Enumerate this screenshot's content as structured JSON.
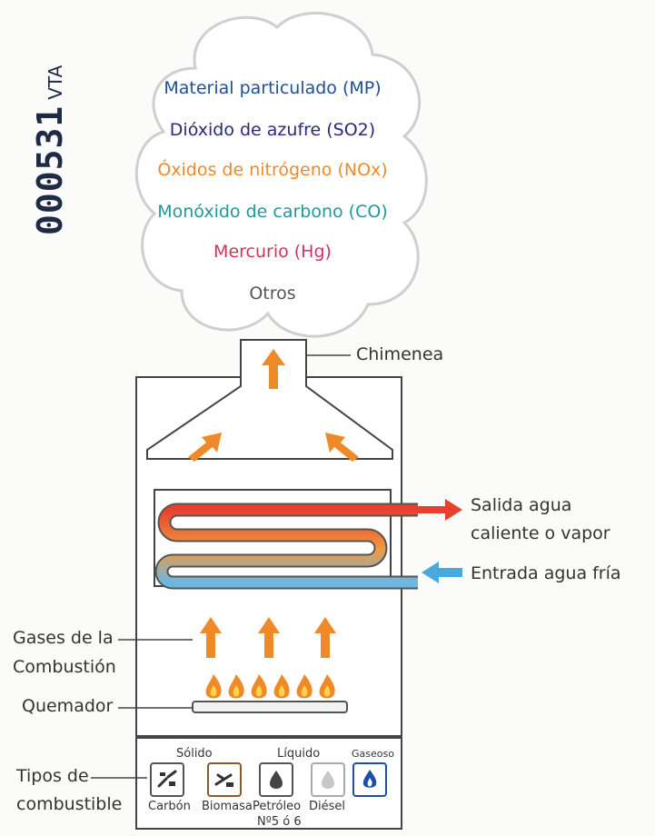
{
  "stamp": {
    "number": "000531",
    "suffix": "VTA"
  },
  "pollutants": [
    {
      "label": "Material particulado (MP)",
      "color": "#1f4e9c"
    },
    {
      "label": "Dióxido de azufre (SO2)",
      "color": "#2b2a7a"
    },
    {
      "label": "Óxidos de nitrógeno (NOx)",
      "color": "#ef8a28"
    },
    {
      "label": "Monóxido de carbono (CO)",
      "color": "#23979a"
    },
    {
      "label": "Mercurio (Hg)",
      "color": "#d2335c"
    },
    {
      "label": "Otros",
      "color": "#555555"
    }
  ],
  "labels": {
    "chimney": "Chimenea",
    "hot_water_line1": "Salida agua",
    "hot_water_line2": "caliente o vapor",
    "cold_water": "Entrada agua fría",
    "gases_line1": "Gases de la",
    "gases_line2": "Combustión",
    "burner": "Quemador",
    "fuel_types_line1": "Tipos de",
    "fuel_types_line2": "combustible"
  },
  "fuel_panel": {
    "groups": {
      "solid": "Sólido",
      "liquid": "Líquido",
      "gas": "Gaseoso"
    },
    "fuels": [
      {
        "label": "Carbón",
        "icon": "coal-icon"
      },
      {
        "label": "Biomasa",
        "icon": "biomass-icon"
      },
      {
        "label": "Petróleo",
        "label2": "Nº5 ó 6",
        "icon": "oil-drop-icon"
      },
      {
        "label": "Diésel",
        "icon": "diesel-drop-icon"
      },
      {
        "label": "",
        "icon": "gas-flame-icon"
      }
    ]
  },
  "colors": {
    "arrow_orange": "#ef8a28",
    "hot_red": "#e8402f",
    "cold_blue": "#4aa8dc",
    "gas_blue": "#1d4fa8"
  }
}
